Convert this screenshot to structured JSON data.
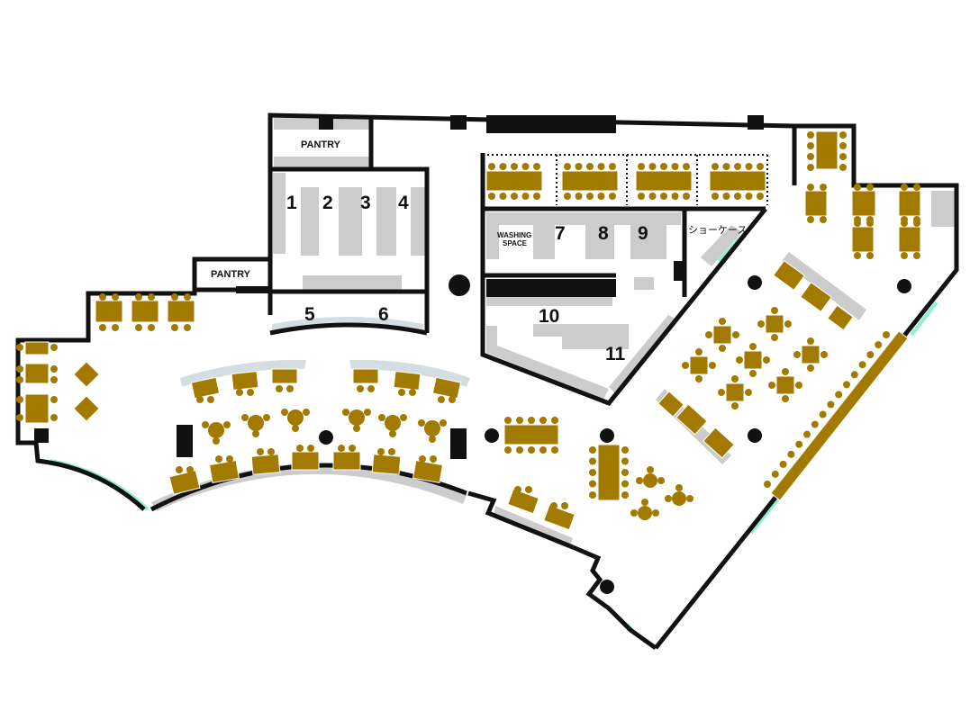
{
  "labels": {
    "pantry_top": "PANTRY",
    "pantry_left": "PANTRY",
    "washing_line1": "WASHING",
    "washing_line2": "SPACE",
    "showcase": "ショーケース",
    "room_1": "1",
    "room_2": "2",
    "room_3": "3",
    "room_4": "4",
    "room_5": "5",
    "room_6": "6",
    "room_7": "7",
    "room_8": "8",
    "room_9": "9",
    "room_10": "10",
    "room_11": "11"
  },
  "colors": {
    "wall": "#111111",
    "table": "#a37a00",
    "counter": "#cccccc",
    "window": "#8ef0d4",
    "booth": "#d4dde0",
    "background": "#ffffff"
  }
}
